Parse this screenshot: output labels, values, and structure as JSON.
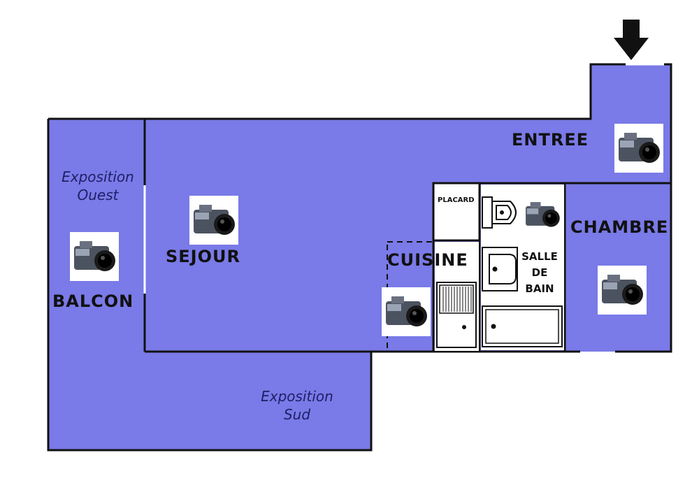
{
  "rooms": {
    "entree": "ENTREE",
    "sejour": "SEJOUR",
    "balcon": "BALCON",
    "cuisine": "CUISINE",
    "chambre": "CHAMBRE",
    "placard": "PLACARD",
    "salle_de_bain": [
      "SALLE",
      "DE",
      "BAIN"
    ]
  },
  "exposures": {
    "ouest": [
      "Exposition",
      "Ouest"
    ],
    "sud": [
      "Exposition",
      "Sud"
    ]
  },
  "icons": {
    "entrance_arrow": "arrow-down-icon",
    "camera": "camera-icon"
  },
  "colors": {
    "floor": "#7a7ae8",
    "walls": "#111111",
    "fixtures": "#ffffff"
  }
}
